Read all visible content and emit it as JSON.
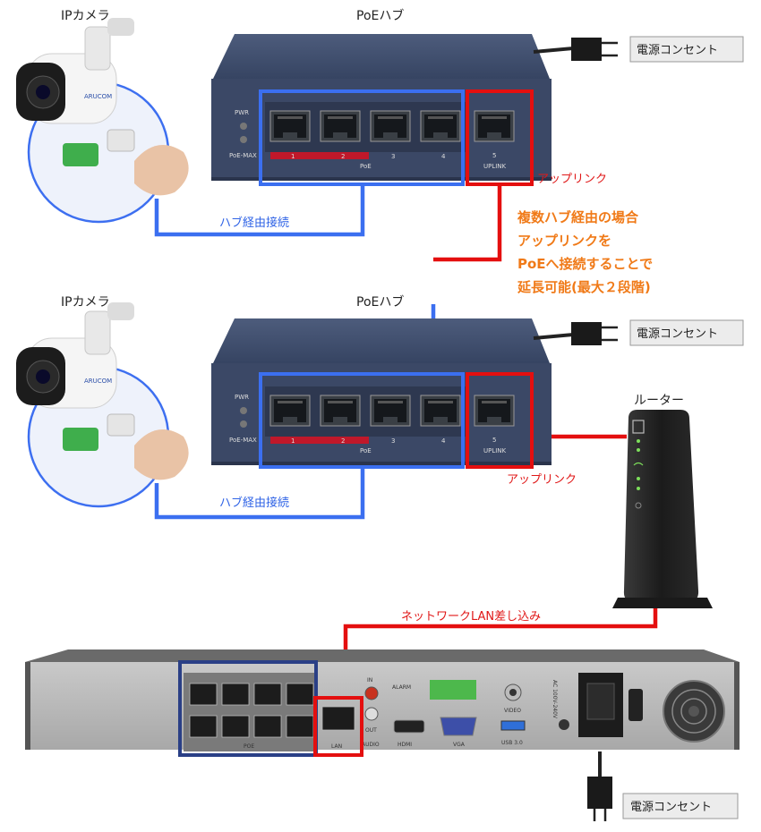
{
  "labels": {
    "camera1": "IPカメラ",
    "camera2": "IPカメラ",
    "hub1": "PoEハブ",
    "hub2": "PoEハブ",
    "router": "ルーター",
    "outlet1": "電源コンセント",
    "outlet2": "電源コンセント",
    "outlet3": "電源コンセント",
    "uplink1": "アップリンク",
    "uplink2": "アップリンク",
    "hub_connect1": "ハブ経由接続",
    "hub_connect2": "ハブ経由接続",
    "lan_insert": "ネットワークLAN差し込み",
    "note_lines": [
      "複数ハブ経由の場合",
      "アップリンクを",
      "PoEへ接続することで",
      "延長可能(最大２段階)"
    ]
  },
  "hub_panel": {
    "pwr": "PWR",
    "poe_max": "PoE-MAX",
    "ports": [
      "1",
      "2",
      "3",
      "4"
    ],
    "uplink_port": "5",
    "poe_label": "PoE",
    "uplink_label": "UPLINK"
  },
  "camera_brand": "ARUCOM",
  "nvr_panel": {
    "poe": "POE",
    "lan": "LAN",
    "audio": "AUDIO",
    "in": "IN",
    "out": "OUT",
    "alarm": "ALARM",
    "hdmi": "HDMI",
    "vga": "VGA",
    "video": "VIDEO",
    "usb": "USB 3.0",
    "ac": "AC 100V-240V"
  },
  "colors": {
    "blue": "#3b6ff0",
    "red": "#e40f0f",
    "orange": "#f07a18",
    "hub_body": "#3f4d6c"
  }
}
